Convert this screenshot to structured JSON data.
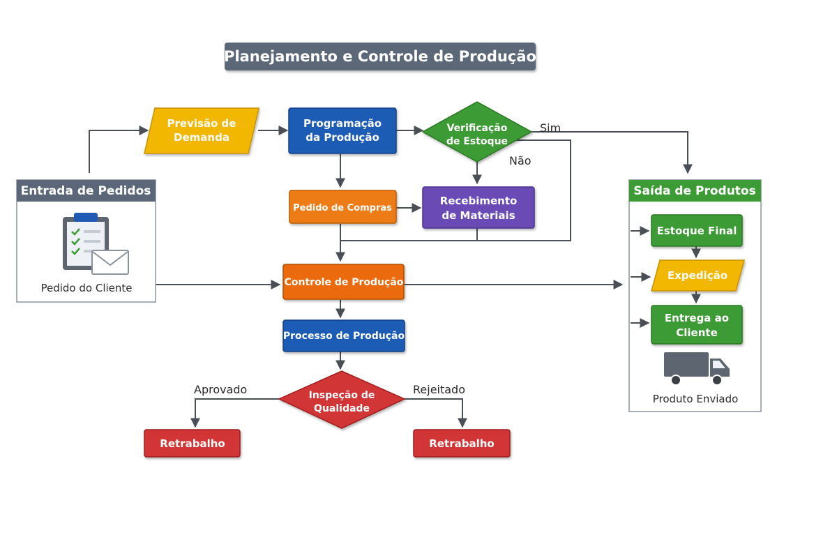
{
  "title": "Planejamento e Controle de Produção",
  "colors": {
    "yellow": "#f2b705",
    "blue": "#1f5bb5",
    "green": "#3d9b35",
    "orange": "#ee7b12",
    "purple": "#6a4cb5",
    "orange_dark": "#ea6a0c",
    "red": "#d23434",
    "slate": "#5b6778",
    "line": "#4a4f55"
  },
  "input_panel": {
    "title": "Entrada de Pedidos",
    "icon": "clipboard-envelope-icon",
    "caption": "Pedido do Cliente"
  },
  "output_panel": {
    "title": "Saída de Produtos",
    "icon": "truck-icon",
    "caption": "Produto Enviado"
  },
  "nodes": {
    "previsao": [
      "Previsão de",
      "Demanda"
    ],
    "programacao": [
      "Programação",
      "da Produção"
    ],
    "verificacao": [
      "Verificação",
      "de Estoque"
    ],
    "pedido_compras": [
      "Pedido de Compras"
    ],
    "recebimento": [
      "Recebimento",
      "de Materiais"
    ],
    "controle": [
      "Controle de Produção"
    ],
    "processo": [
      "Processo de Produção"
    ],
    "inspecao": [
      "Inspeção de",
      "Qualidade"
    ],
    "retrabalho_esq": [
      "Retrabalho"
    ],
    "retrabalho_dir": [
      "Retrabalho"
    ],
    "estoque_final": [
      "Estoque Final"
    ],
    "expedicao": [
      "Expedição"
    ],
    "entrega": [
      "Entrega ao",
      "Cliente"
    ]
  },
  "edge_labels": {
    "sim": "Sim",
    "nao": "Não",
    "aprovado": "Aprovado",
    "rejeitado": "Rejeitado"
  }
}
